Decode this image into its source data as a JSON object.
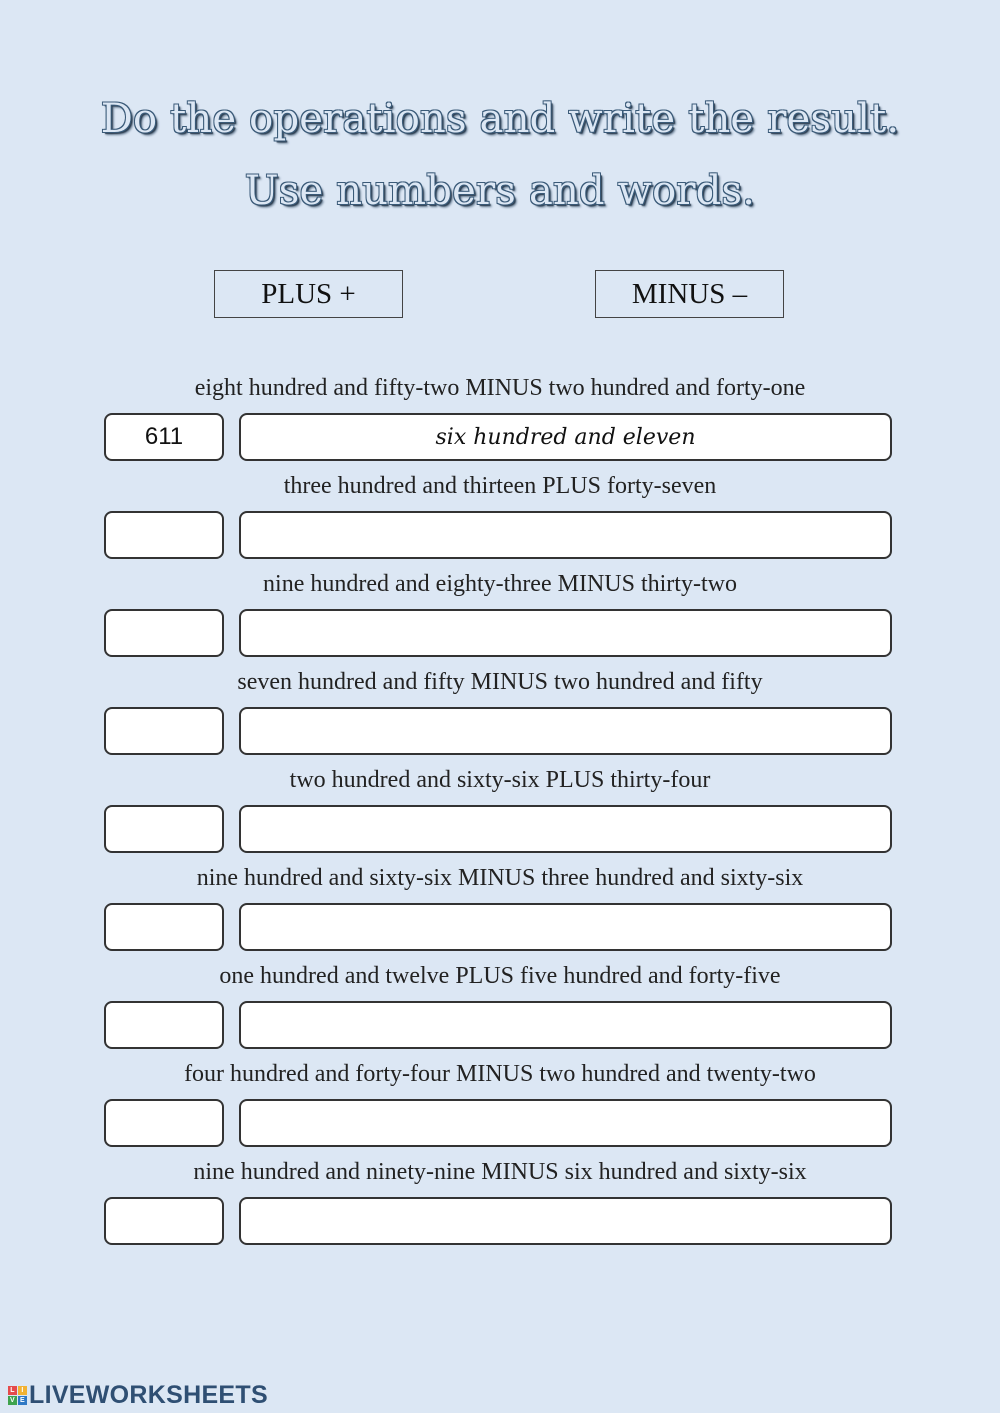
{
  "title": {
    "line1": "Do the operations and write the result.",
    "line2": "Use numbers and words."
  },
  "legend": {
    "plus": "PLUS +",
    "minus": "MINUS –"
  },
  "exercises": [
    {
      "operation": "eight hundred and fifty-two MINUS two hundred and forty-one",
      "number": "611",
      "words": "six hundred and eleven"
    },
    {
      "operation": "three hundred and thirteen PLUS forty-seven",
      "number": "",
      "words": ""
    },
    {
      "operation": "nine hundred and eighty-three MINUS thirty-two",
      "number": "",
      "words": ""
    },
    {
      "operation": "seven hundred and fifty MINUS two hundred and fifty",
      "number": "",
      "words": ""
    },
    {
      "operation": "two hundred and sixty-six PLUS thirty-four",
      "number": "",
      "words": ""
    },
    {
      "operation": "nine hundred and sixty-six MINUS three hundred and sixty-six",
      "number": "",
      "words": ""
    },
    {
      "operation": "one hundred and twelve PLUS five hundred and forty-five",
      "number": "",
      "words": ""
    },
    {
      "operation": "four hundred and forty-four MINUS two hundred and twenty-two",
      "number": "",
      "words": ""
    },
    {
      "operation": "nine hundred and ninety-nine MINUS six hundred and sixty-six",
      "number": "",
      "words": ""
    }
  ],
  "footer": {
    "brand": "LIVEWORKSHEETS",
    "logo_letters": [
      "L",
      "I",
      "V",
      "E"
    ]
  },
  "colors": {
    "background": "#dce7f4",
    "title_outline": "#3a5a78",
    "brand": "#2f4f73"
  }
}
